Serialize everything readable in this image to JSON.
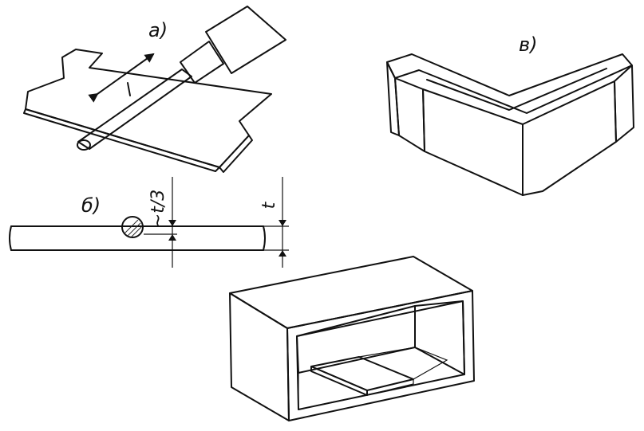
{
  "figure": {
    "labels": {
      "a": "а)",
      "b": "б)",
      "v": "в)"
    },
    "dimensions": {
      "depth": "~t/3",
      "thickness": "t"
    }
  }
}
